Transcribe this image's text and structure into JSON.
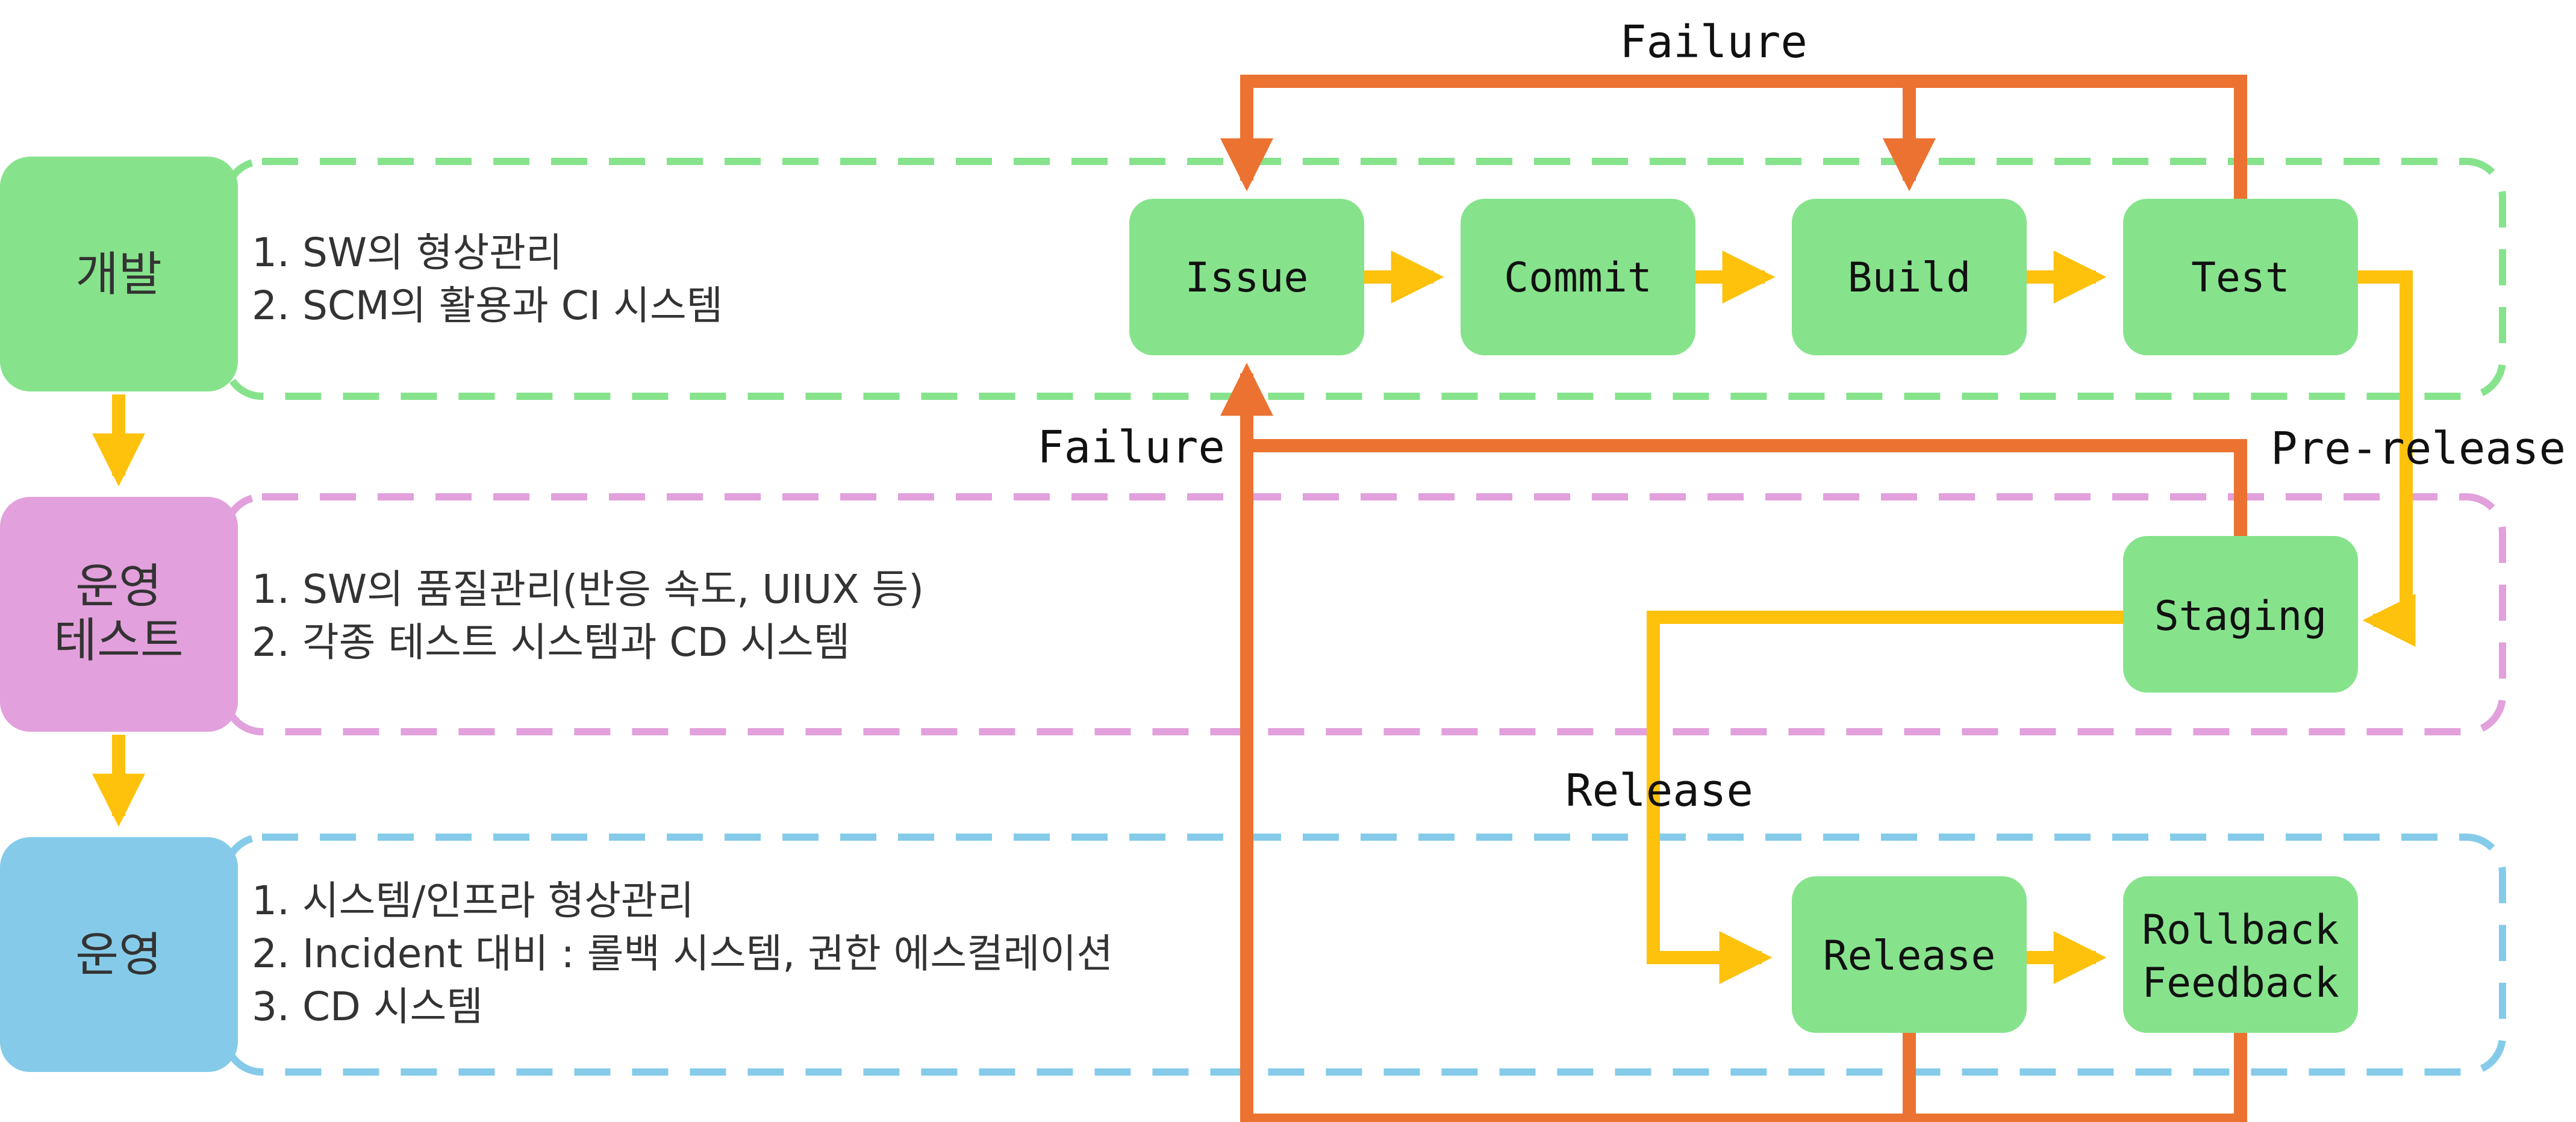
{
  "colors": {
    "dev": "#86e38c",
    "test": "#e2a0dc",
    "ops": "#85cbe9",
    "node": "#86e38c",
    "forward_arrow": "#fec10c",
    "failure_arrow": "#eb7231"
  },
  "stages": [
    {
      "lines": [
        "개발"
      ],
      "items": [
        "1. SW의 형상관리",
        "2. SCM의 활용과 CI 시스템"
      ]
    },
    {
      "lines": [
        "운영",
        "테스트"
      ],
      "items": [
        "1. SW의 품질관리(반응 속도, UIUX 등)",
        "2. 각종 테스트 시스템과 CD 시스템"
      ]
    },
    {
      "lines": [
        "운영"
      ],
      "items": [
        "1. 시스템/인프라 형상관리",
        "2. Incident 대비 : 롤백 시스템, 권한 에스컬레이션",
        "3. CD 시스템"
      ]
    }
  ],
  "nodes": {
    "issue": [
      "Issue"
    ],
    "commit": [
      "Commit"
    ],
    "build": [
      "Build"
    ],
    "test": [
      "Test"
    ],
    "staging": [
      "Staging"
    ],
    "release": [
      "Release"
    ],
    "rollback": [
      "Rollback",
      "Feedback"
    ]
  },
  "edge_labels": {
    "failure_top": "Failure",
    "failure_mid": "Failure",
    "pre_release": "Pre-release",
    "release": "Release"
  }
}
